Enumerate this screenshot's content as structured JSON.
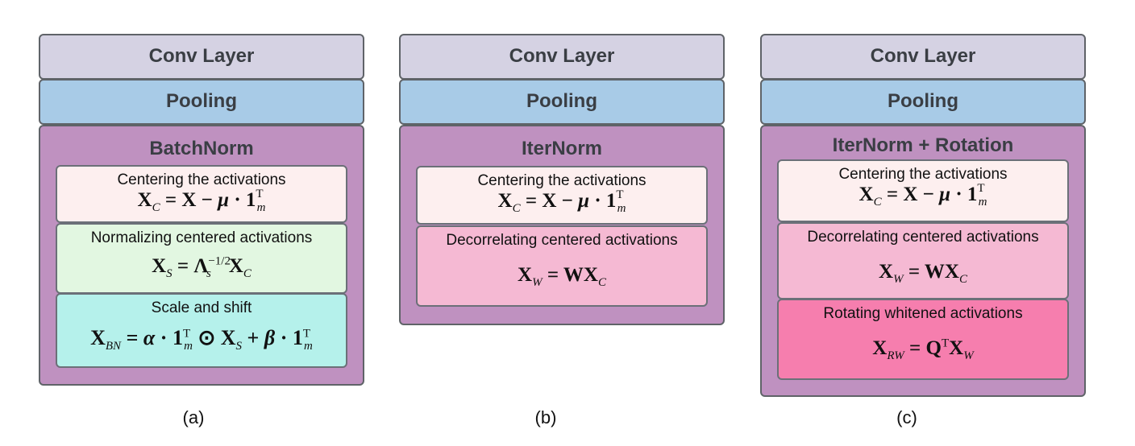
{
  "panels": [
    {
      "conv": "Conv Layer",
      "pooling": "Pooling",
      "norm_title": "BatchNorm",
      "steps": [
        {
          "label": "Centering the activations",
          "color": "#fdefef"
        },
        {
          "label": "Normalizing centered activations",
          "color": "#e2f7e1"
        },
        {
          "label": "Scale and shift",
          "color": "#b5f1eb"
        }
      ],
      "caption": "(a)"
    },
    {
      "conv": "Conv Layer",
      "pooling": "Pooling",
      "norm_title": "IterNorm",
      "steps": [
        {
          "label": "Centering the activations",
          "color": "#fdefef"
        },
        {
          "label": "Decorrelating centered activations",
          "color": "#f5b9d3"
        }
      ],
      "caption": "(b)"
    },
    {
      "conv": "Conv Layer",
      "pooling": "Pooling",
      "norm_title": "IterNorm + Rotation",
      "steps": [
        {
          "label": "Centering the activations",
          "color": "#fdefef"
        },
        {
          "label": "Decorrelating centered activations",
          "color": "#f5b9d3"
        },
        {
          "label": "Rotating whitened activations",
          "color": "#f67eae"
        }
      ],
      "caption": "(c)"
    }
  ],
  "colors": {
    "conv": "#d5d2e3",
    "pooling": "#a8cbe7",
    "norm": "#bf91c0",
    "border": "#5f6368"
  }
}
